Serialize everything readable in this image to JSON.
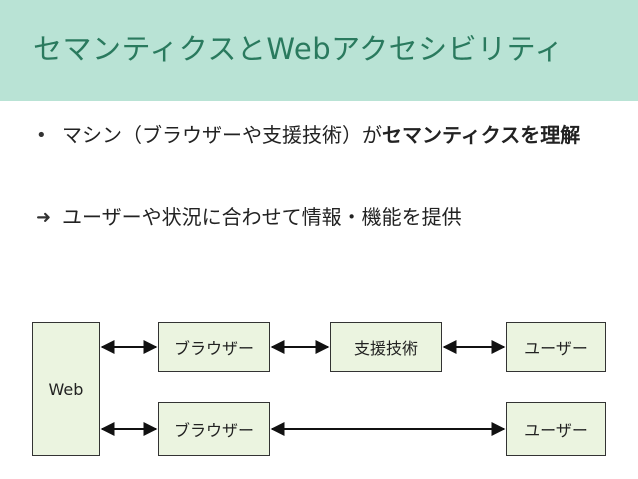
{
  "slide": {
    "title": "セマンティクスとWebアクセシビリティ",
    "bullets": [
      {
        "mark": "•",
        "text_normal": "マシン（ブラウザーや支援技術）が",
        "text_bold": "セマンティクスを理解"
      },
      {
        "mark": "➜",
        "text_normal": "ユーザーや状況に合わせて情報・機能を提供"
      }
    ]
  },
  "diagram": {
    "web_label": "Web",
    "row1": {
      "browser": "ブラウザー",
      "assistive": "支援技術",
      "user": "ユーザー"
    },
    "row2": {
      "browser": "ブラウザー",
      "user": "ユーザー"
    }
  },
  "colors": {
    "title_band": "#b9e3d5",
    "title_text": "#2a7a5e",
    "box_fill": "#ebf4e0"
  }
}
